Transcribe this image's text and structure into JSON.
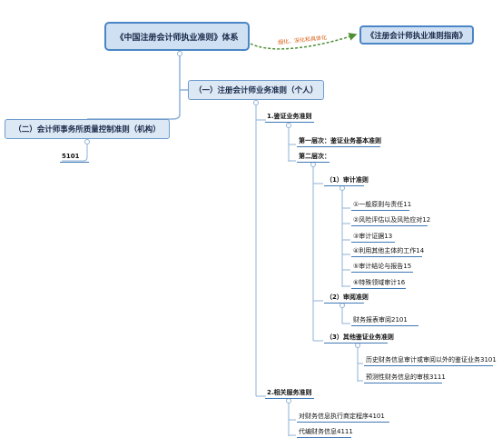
{
  "root": {
    "title": "《中国注册会计师执业准则》体系"
  },
  "relation": {
    "label": "细化、深化和具体化"
  },
  "guide": {
    "title": "《注册会计师执业准则指南》"
  },
  "branch_individual": {
    "title": "（一）注册会计师业务准则（个人）",
    "assurance": {
      "title": "1.鉴证业务准则",
      "level1": "第一层次：鉴证业务基本准则",
      "level2": "第二层次：",
      "audit": {
        "title": "（1）审计准则",
        "items": [
          "①一般原则与责任11",
          "②风险评估以及风险应对12",
          "③审计证据13",
          "④利用其他主体的工作14",
          "⑤审计结论与报告15",
          "⑥特殊领域审计16"
        ]
      },
      "review": {
        "title": "（2）审阅准则",
        "items": [
          "财务报表审阅2101"
        ]
      },
      "other": {
        "title": "（3）其他鉴证业务准则",
        "items": [
          "历史财务信息审计或审阅以外的鉴证业务3101",
          "预测性财务信息的审核3111"
        ]
      }
    },
    "related": {
      "title": "2.相关服务准则",
      "items": [
        "对财务信息执行商定程序4101",
        "代编财务信息4111"
      ]
    }
  },
  "branch_firm": {
    "title": "（二）会计师事务所质量控制准则（机构）",
    "items": [
      "5101"
    ]
  },
  "colors": {
    "accent": "#4a86c5",
    "box_fill": "#cfe0f2",
    "relation": "#d9641a",
    "arrow": "#5a9a3a"
  }
}
